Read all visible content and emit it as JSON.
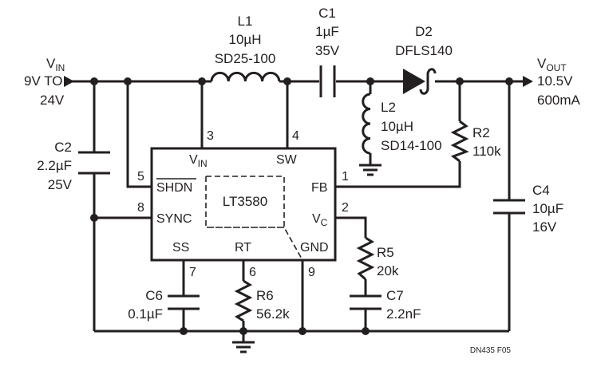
{
  "input": {
    "label_main": "V",
    "label_sub": "IN",
    "voltage_line1": "9V TO",
    "voltage_line2": "24V"
  },
  "output": {
    "label_main": "V",
    "label_sub": "OUT",
    "voltage": "10.5V",
    "current": "600mA"
  },
  "components": {
    "L1": {
      "ref": "L1",
      "value": "10µH",
      "part": "SD25-100"
    },
    "C1": {
      "ref": "C1",
      "value": "1µF",
      "voltage": "35V"
    },
    "D2": {
      "ref": "D2",
      "part": "DFLS140"
    },
    "L2": {
      "ref": "L2",
      "value": "10µH",
      "part": "SD14-100"
    },
    "R2": {
      "ref": "R2",
      "value": "110k"
    },
    "C2": {
      "ref": "C2",
      "value": "2.2µF",
      "voltage": "25V"
    },
    "C4": {
      "ref": "C4",
      "value": "10µF",
      "voltage": "16V"
    },
    "R5": {
      "ref": "R5",
      "value": "20k"
    },
    "C7": {
      "ref": "C7",
      "value": "2.2nF"
    },
    "C6": {
      "ref": "C6",
      "value": "0.1µF"
    },
    "R6": {
      "ref": "R6",
      "value": "56.2k"
    }
  },
  "ic": {
    "name": "LT3580",
    "pins": {
      "vin": {
        "num": "3",
        "label_main": "V",
        "label_sub": "IN"
      },
      "sw": {
        "num": "4",
        "label": "SW"
      },
      "shdn": {
        "num": "5",
        "label": "SHDN"
      },
      "fb": {
        "num": "1",
        "label": "FB"
      },
      "sync": {
        "num": "8",
        "label": "SYNC"
      },
      "vc": {
        "num": "2",
        "label_main": "V",
        "label_sub": "C"
      },
      "ss": {
        "num": "7",
        "label": "SS"
      },
      "rt": {
        "num": "6",
        "label": "RT"
      },
      "gnd": {
        "num": "9",
        "label": "GND"
      }
    }
  },
  "figure_id": "DN435 F05"
}
